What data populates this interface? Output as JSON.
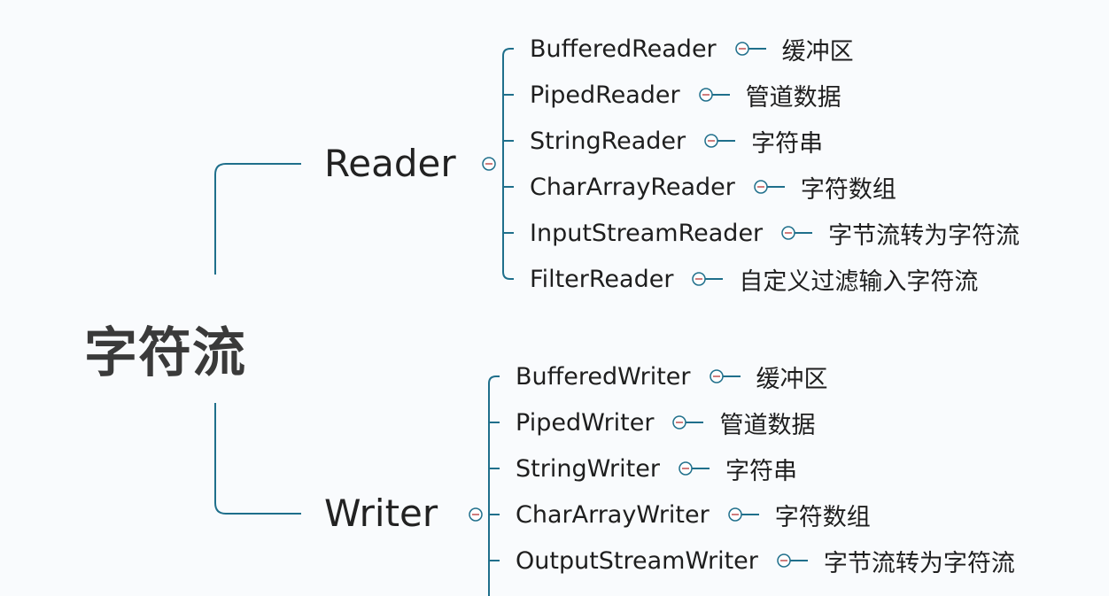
{
  "root": {
    "label": "字符流"
  },
  "branches": [
    {
      "label": "Reader",
      "children": [
        {
          "name": "BufferedReader",
          "desc": "缓冲区"
        },
        {
          "name": "PipedReader",
          "desc": "管道数据"
        },
        {
          "name": "StringReader",
          "desc": "字符串"
        },
        {
          "name": "CharArrayReader",
          "desc": "字符数组"
        },
        {
          "name": "InputStreamReader",
          "desc": "字节流转为字符流"
        },
        {
          "name": "FilterReader",
          "desc": "自定义过滤输入字符流"
        }
      ]
    },
    {
      "label": "Writer",
      "children": [
        {
          "name": "BufferedWriter",
          "desc": "缓冲区"
        },
        {
          "name": "PipedWriter",
          "desc": "管道数据"
        },
        {
          "name": "StringWriter",
          "desc": "字符串"
        },
        {
          "name": "CharArrayWriter",
          "desc": "字符数组"
        },
        {
          "name": "OutputStreamWriter",
          "desc": "字节流转为字符流"
        }
      ]
    }
  ],
  "colors": {
    "line": "#1f6f8b",
    "marker_minus": "#c05050",
    "background": "#f9fbfd"
  }
}
